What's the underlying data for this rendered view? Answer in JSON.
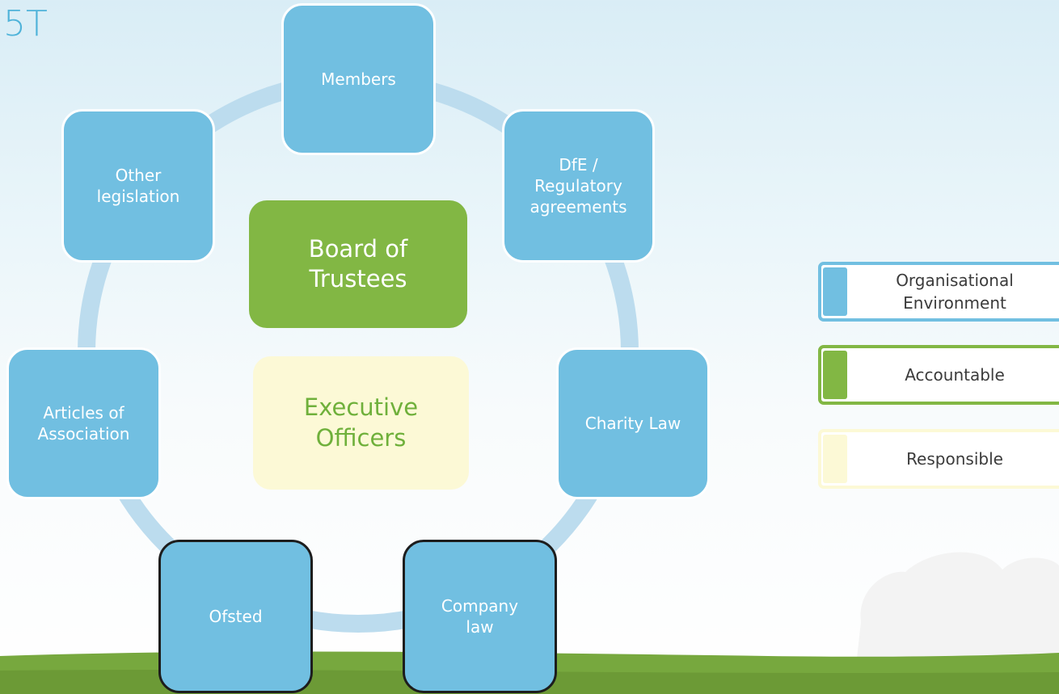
{
  "title_fragment": "5T",
  "diagram": {
    "center": [
      {
        "label": "Board of\nTrustees",
        "category": "Accountable"
      },
      {
        "label": "Executive\nOfficers",
        "category": "Responsible"
      }
    ],
    "ring": [
      {
        "label": "Members"
      },
      {
        "label": "DfE /\nRegulatory\nagreements"
      },
      {
        "label": "Charity Law"
      },
      {
        "label": "Company\nlaw"
      },
      {
        "label": "Ofsted"
      },
      {
        "label": "Articles of\nAssociation"
      },
      {
        "label": "Other\nlegislation"
      }
    ]
  },
  "legend": [
    {
      "label": "Organisational\nEnvironment",
      "color": "#71bfe1"
    },
    {
      "label": "Accountable",
      "color": "#82b744"
    },
    {
      "label": "Responsible",
      "color": "#fcf9d6"
    }
  ],
  "colors": {
    "ring_node": "#71bfe1",
    "ring_connector": "#bcdcee",
    "accountable": "#82b744",
    "responsible": "#fcf9d6",
    "responsible_text": "#6fb03b",
    "title": "#4fb3d9"
  }
}
